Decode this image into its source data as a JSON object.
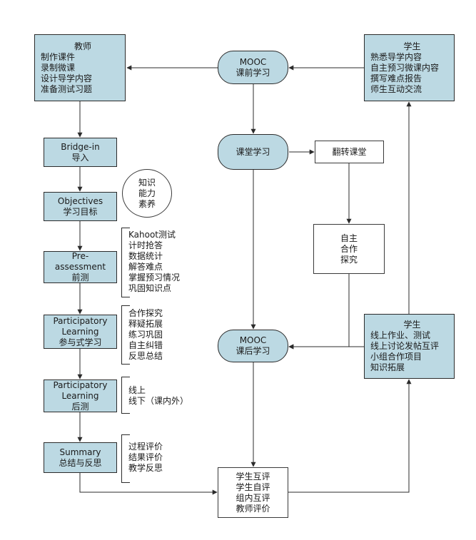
{
  "teacher_box": {
    "title": "教师",
    "lines": [
      "制作课件",
      "录制微课",
      "设计导学内容",
      "准备测试习题"
    ]
  },
  "student_top": {
    "title": "学生",
    "lines": [
      "熟悉导学内容",
      "自主预习微课内容",
      "撰写难点报告",
      "师生互动交流"
    ]
  },
  "student_mid": {
    "title": "学生",
    "lines": [
      "线上作业、测试",
      "线上讨论发帖互评",
      "小组合作项目",
      "知识拓展"
    ]
  },
  "mooc_pre": {
    "line1": "MOOC",
    "line2": "课前学习"
  },
  "class_study": {
    "label": "课堂学习"
  },
  "flipped": {
    "label": "翻转课堂"
  },
  "self_box": {
    "lines": [
      "自主",
      "合作",
      "探究"
    ]
  },
  "mooc_post": {
    "line1": "MOOC",
    "line2": "课后学习"
  },
  "evaluation": {
    "lines": [
      "学生互评",
      "学生自评",
      "组内互评",
      "教师评价"
    ]
  },
  "bridge": {
    "line1": "Bridge-in",
    "line2": "导入"
  },
  "objectives": {
    "line1": "Objectives",
    "line2": "学习目标"
  },
  "circle": {
    "lines": [
      "知识",
      "能力",
      "素养"
    ]
  },
  "pre_assessment": {
    "lines": [
      "Pre-",
      "assessment",
      "前测"
    ]
  },
  "participatory1": {
    "lines": [
      "Participatory",
      "Learning",
      "参与式学习"
    ]
  },
  "participatory2": {
    "lines": [
      "Participatory",
      "Learning",
      "后测"
    ]
  },
  "summary": {
    "line1": "Summary",
    "line2": "总结与反思"
  },
  "notes_pre": [
    "Kahoot测试",
    "计时抢答",
    "数据统计",
    "解答难点",
    "掌握预习情况",
    "巩固知识点"
  ],
  "notes_part1": [
    "合作探究",
    "释疑拓展",
    "练习巩固",
    "自主纠错",
    "反思总结"
  ],
  "notes_part2": [
    "线上",
    "线下（课内外）"
  ],
  "notes_summary": [
    "过程评价",
    "结果评价",
    "教学反思"
  ],
  "colors": {
    "node_fill": "#bcd9e3",
    "stroke": "#2b2b2b"
  }
}
